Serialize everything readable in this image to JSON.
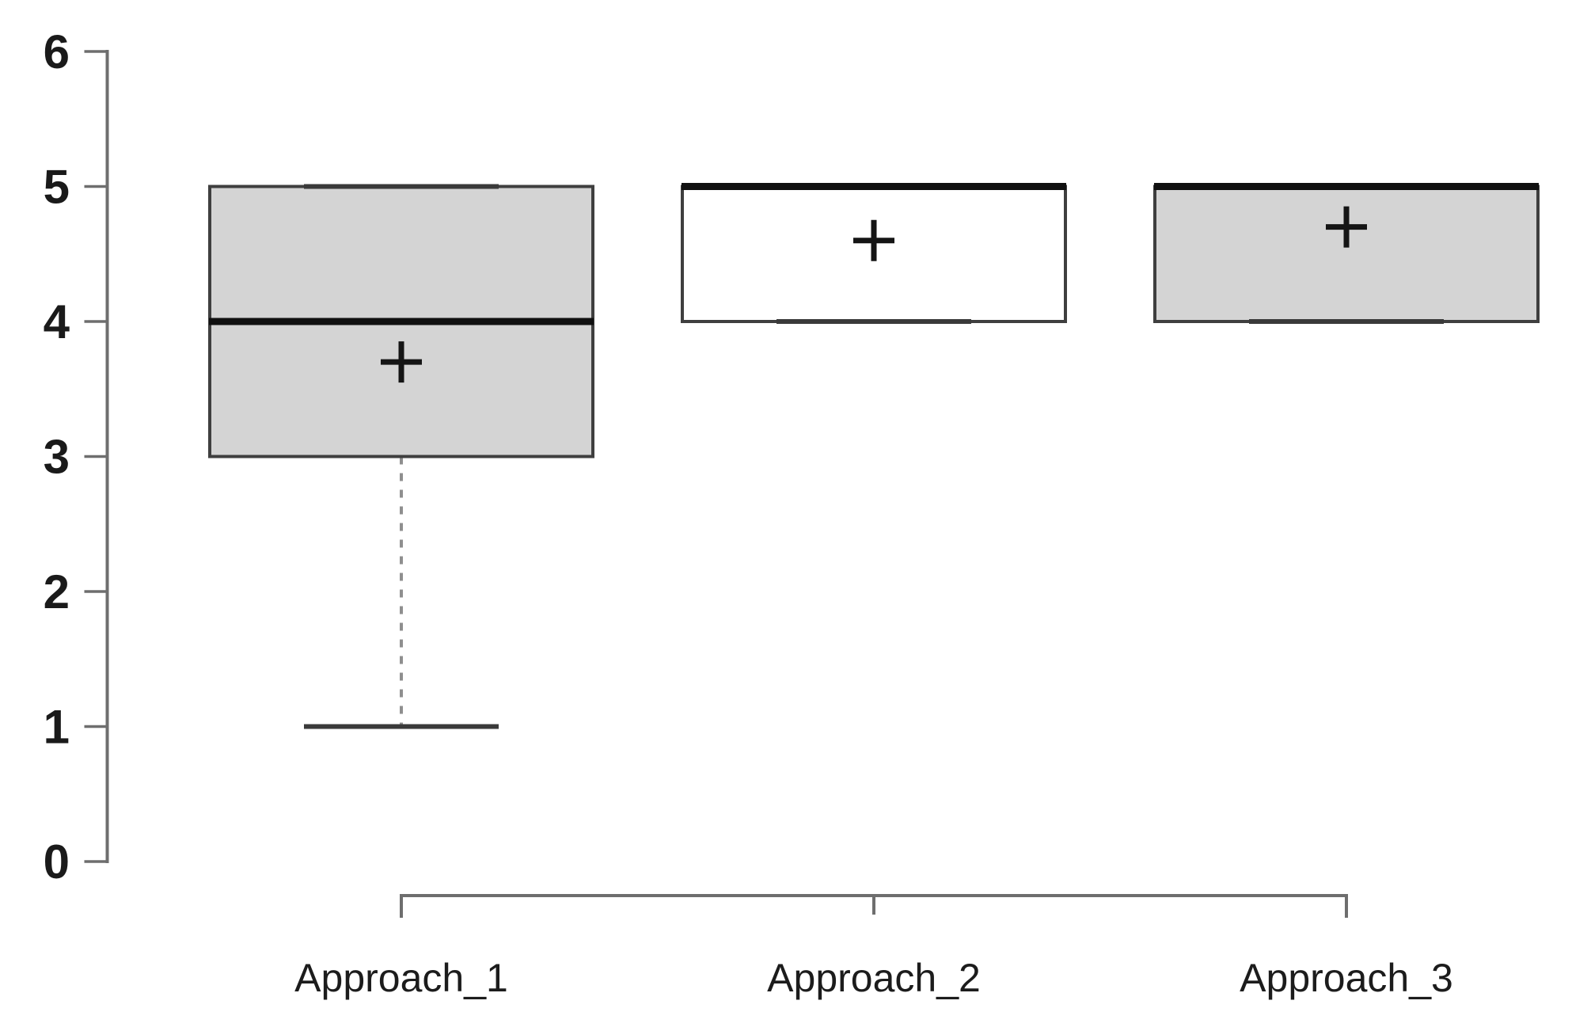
{
  "chart_data": {
    "type": "boxplot",
    "title": "",
    "xlabel": "",
    "ylabel": "",
    "ylim": [
      0,
      6
    ],
    "yticks": [
      0,
      1,
      2,
      3,
      4,
      5,
      6
    ],
    "grid": false,
    "legend": null,
    "categories": [
      "Approach_1",
      "Approach_2",
      "Approach_3"
    ],
    "series": [
      {
        "name": "Approach_1",
        "min": 1,
        "q1": 3,
        "median": 4,
        "q3": 5,
        "max": 5,
        "mean": 3.7,
        "box_fill": "#d4d4d4",
        "lower_whisker": "dashed"
      },
      {
        "name": "Approach_2",
        "min": 4,
        "q1": 4,
        "median": 5,
        "q3": 5,
        "max": 5,
        "mean": 4.6,
        "box_fill": "#ffffff",
        "lower_whisker": "none"
      },
      {
        "name": "Approach_3",
        "min": 4,
        "q1": 4,
        "median": 5,
        "q3": 5,
        "max": 5,
        "mean": 4.7,
        "box_fill": "#d4d4d4",
        "lower_whisker": "none"
      }
    ],
    "mean_marker": "+",
    "style": {
      "background": "#ffffff",
      "axis_color": "#6e6e6e",
      "tick_label_color": "#1a1a1a",
      "box_stroke": "#3f3f3f",
      "median_color": "#101010",
      "staple_color": "#3a3a3a",
      "whisker_color": "#8f8f8f",
      "mean_color": "#151515",
      "x_label_color": "#1c1c1c"
    }
  }
}
